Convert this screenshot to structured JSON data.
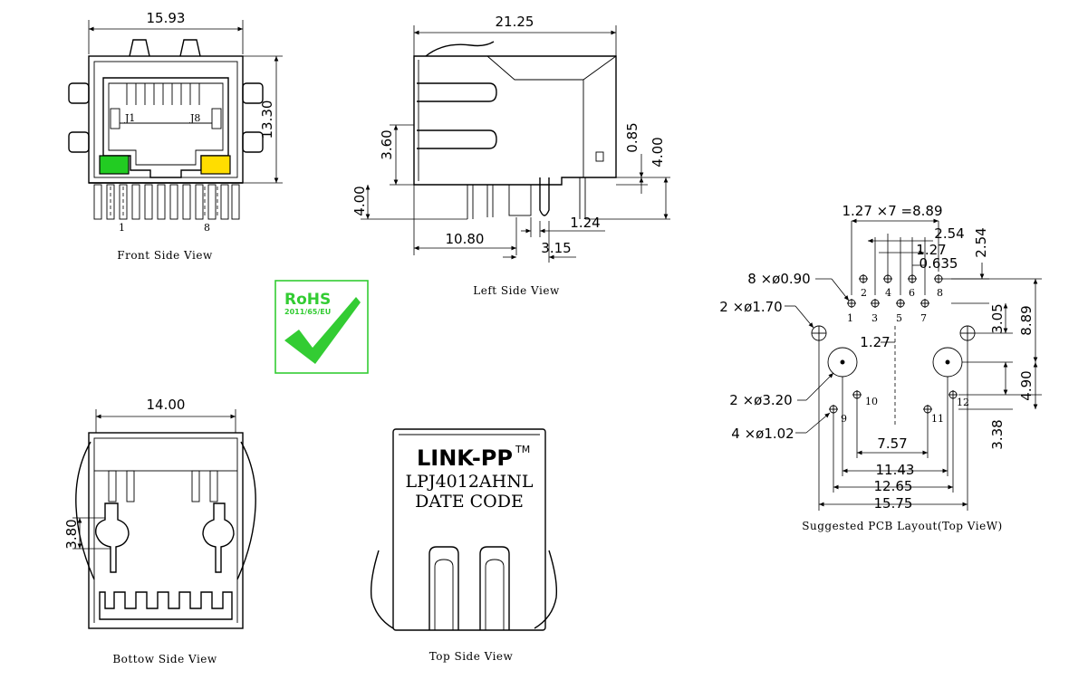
{
  "front_view": {
    "caption": "Front Side View",
    "width_dim": "15.93",
    "height_dim": "13.30",
    "pin_j1": "J1",
    "pin_j8": "J8",
    "pin_1": "1",
    "pin_8": "8",
    "led_left_color": "#22cc22",
    "led_right_color": "#ffdd00"
  },
  "left_view": {
    "caption": "Left Side View",
    "length_dim": "21.25",
    "dim_360": "3.60",
    "dim_400_left": "4.00",
    "dim_085": "0.85",
    "dim_400_right": "4.00",
    "dim_1080": "10.80",
    "dim_124": "1.24",
    "dim_315": "3.15"
  },
  "rohs": {
    "title": "RoHS",
    "directive": "2011/65/EU",
    "color": "#33cc33"
  },
  "bottom_view": {
    "caption": "Bottow Side View",
    "width_dim": "14.00",
    "dim_380": "3.80"
  },
  "top_view": {
    "caption": "Top Side View",
    "brand": "LINK-PP",
    "trademark": "TM",
    "part_number": "LPJ4012AHNL",
    "date_code": "DATE CODE"
  },
  "pcb_layout": {
    "caption": "Suggested PCB Layout(Top VieW)",
    "pitch_total": "1.27 ×7 =8.89",
    "dim_254_h": "2.54",
    "dim_127_a": "1.27",
    "dim_0635": "0.635",
    "dim_254_v": "2.54",
    "hole_090": "8 ×ø0.90",
    "hole_170": "2 ×ø1.70",
    "hole_320": "2 ×ø3.20",
    "hole_102": "4 ×ø1.02",
    "dim_127_b": "1.27",
    "dim_305": "3.05",
    "dim_889": "8.89",
    "dim_490": "4.90",
    "dim_338": "3.38",
    "dim_757": "7.57",
    "dim_1143": "11.43",
    "dim_1265": "12.65",
    "dim_1575": "15.75",
    "pins": [
      "1",
      "2",
      "3",
      "4",
      "5",
      "6",
      "7",
      "8",
      "9",
      "10",
      "11",
      "12"
    ]
  }
}
